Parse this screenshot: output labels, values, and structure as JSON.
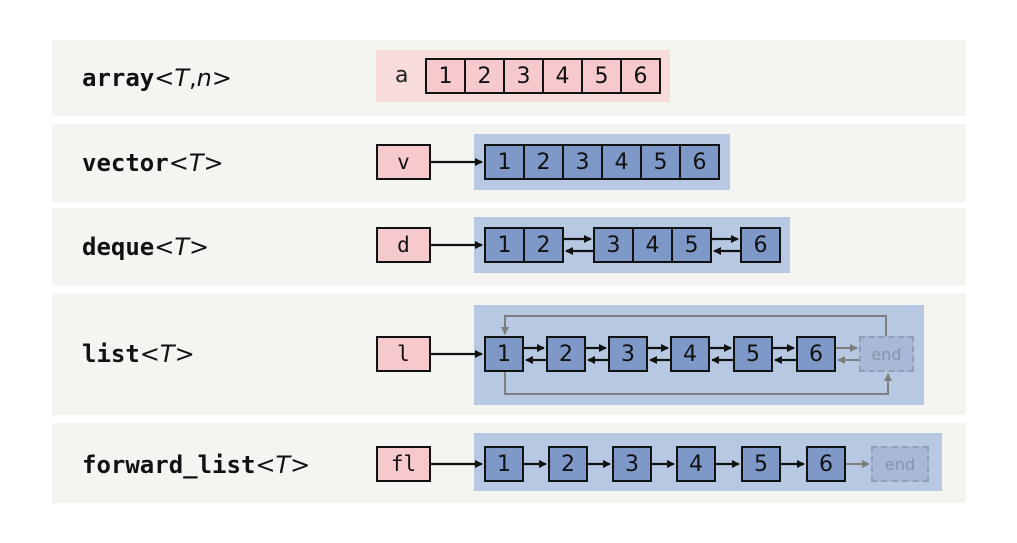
{
  "rows": [
    {
      "name": "array",
      "args": [
        "T",
        "n"
      ],
      "variable": "a",
      "elements": [
        "1",
        "2",
        "3",
        "4",
        "5",
        "6"
      ]
    },
    {
      "name": "vector",
      "args": [
        "T"
      ],
      "variable": "v",
      "elements": [
        "1",
        "2",
        "3",
        "4",
        "5",
        "6"
      ]
    },
    {
      "name": "deque",
      "args": [
        "T"
      ],
      "variable": "d",
      "elements": [
        "1",
        "2",
        "3",
        "4",
        "5",
        "6"
      ]
    },
    {
      "name": "list",
      "args": [
        "T"
      ],
      "variable": "l",
      "elements": [
        "1",
        "2",
        "3",
        "4",
        "5",
        "6"
      ],
      "end_label": "end"
    },
    {
      "name": "forward_list",
      "args": [
        "T"
      ],
      "variable": "fl",
      "elements": [
        "1",
        "2",
        "3",
        "4",
        "5",
        "6"
      ],
      "end_label": "end"
    }
  ],
  "colors": {
    "row_bg": "#f4f4f1",
    "pink": "#f6c9cd",
    "blue": "#7e99c8",
    "panel_blue": "#b7c9e2"
  }
}
